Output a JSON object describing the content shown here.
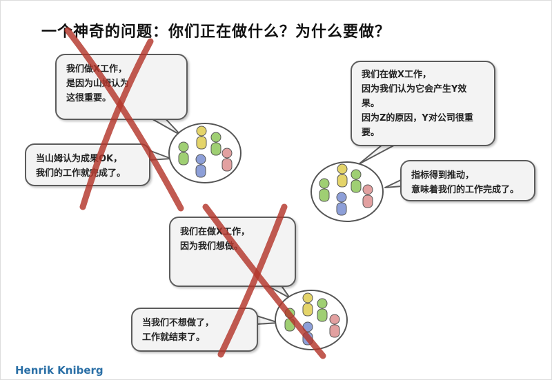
{
  "title": "一个神奇的问题：你们正在做什么？为什么要做？",
  "scenarios": {
    "boss": {
      "reason_lines": [
        "我们做X工作，",
        "是因为山姆认为",
        "这很重要。"
      ],
      "done_lines": [
        "当山姆认为成果OK，",
        "我们的工作就完成了。"
      ],
      "crossed_out": true
    },
    "impact": {
      "reason_lines": [
        "我们在做X工作，",
        "因为我们认为它会产生Y效",
        "果。",
        "因为Z的原因，Y对公司很重",
        "要。"
      ],
      "done_lines": [
        "指标得到推动，",
        "意味着我们的工作完成了。"
      ],
      "crossed_out": false
    },
    "want": {
      "reason_lines": [
        "我们在做X工作，",
        "因为我们想做。"
      ],
      "done_lines": [
        "当我们不想做了，",
        "工作就结束了。"
      ],
      "crossed_out": true
    }
  },
  "colors": {
    "cross": "#b3362b",
    "bubble_bg": "#f3f3f3",
    "bubble_border": "#5b5b5b",
    "person_yellow": "#e4d46a",
    "person_green": "#9fcf73",
    "person_blue": "#8d9fd8",
    "person_pink": "#e2a0a0"
  },
  "credit": "Henrik Kniberg"
}
